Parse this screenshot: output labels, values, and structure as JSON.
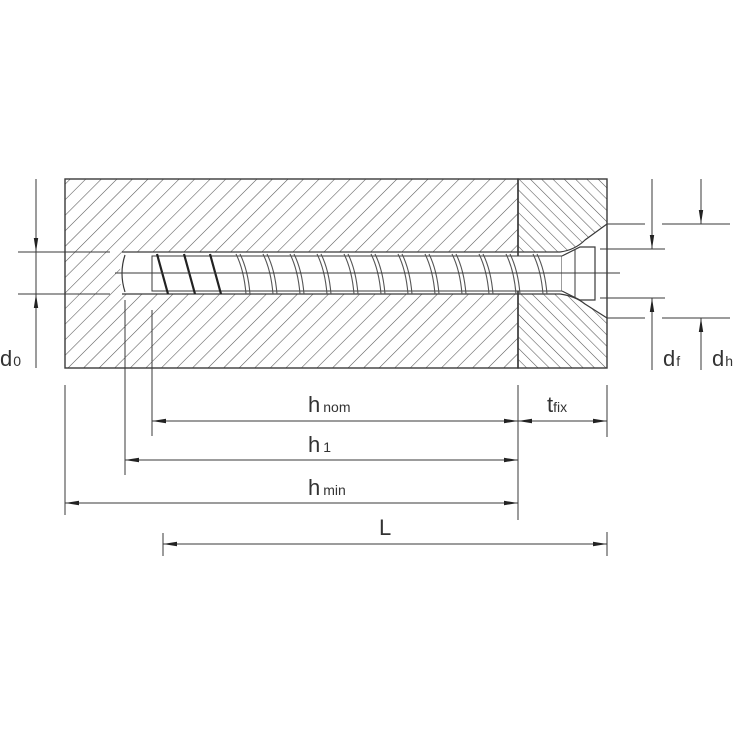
{
  "diagram": {
    "title": "Concrete screw anchor installation dimensions",
    "colors": {
      "line": "#3a3a3a",
      "hatch": "#555555",
      "background": "#ffffff",
      "text": "#333333"
    },
    "components": {
      "base_material": "Concrete base (hatched, 45°)",
      "fixture": "Attached fixture (cross-hatched, countersunk)",
      "screw": "Countersunk concrete screw with thread"
    },
    "labels": {
      "d0": {
        "main": "d",
        "sub": "0"
      },
      "df": {
        "main": "d",
        "sub": "f"
      },
      "dh": {
        "main": "d",
        "sub": "h"
      },
      "hnom": {
        "main": "h",
        "sub": "nom"
      },
      "tfix": {
        "main": "t",
        "sub": "fix"
      },
      "h1": {
        "main": "h",
        "sub": "1"
      },
      "hmin": {
        "main": "h",
        "sub": "min"
      },
      "L": {
        "main": "L",
        "sub": ""
      }
    }
  }
}
